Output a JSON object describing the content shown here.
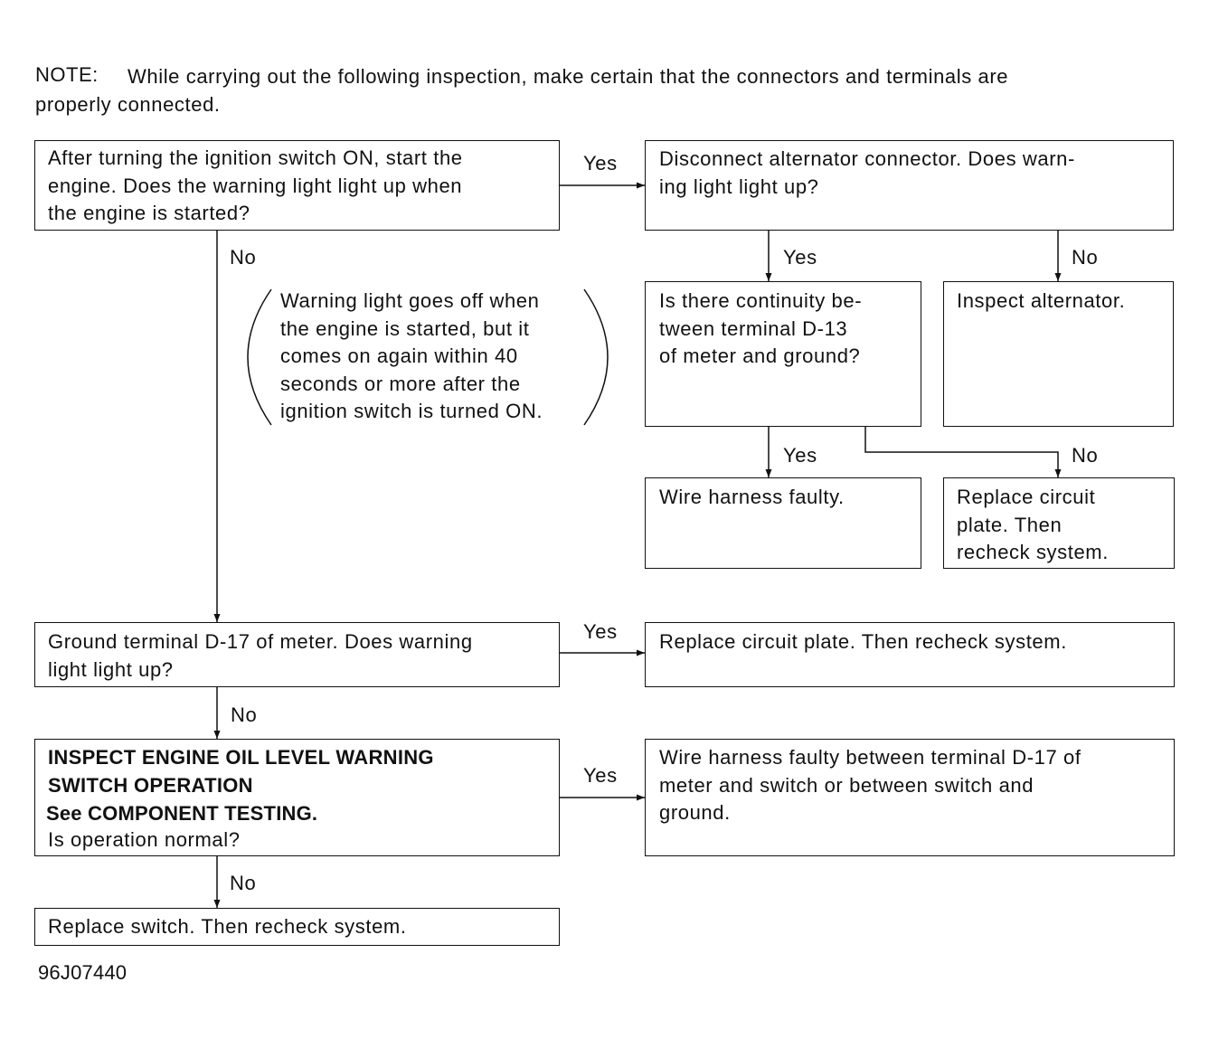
{
  "note": {
    "label": "NOTE:",
    "text": "While carrying out the following inspection, make certain that the connectors and terminals are",
    "text_cont": "properly connected."
  },
  "boxes": {
    "start": "After turning the ignition switch ON, start the\nengine. Does the warning light light up when\nthe engine is started?",
    "disconnect_alt": "Disconnect alternator connector. Does warn-\ning light light up?",
    "continuity": "Is there continuity be-\ntween terminal D-13\nof meter and ground?",
    "inspect_alt": "Inspect alternator.",
    "wire_faulty": "Wire harness faulty.",
    "replace_plate_1": "Replace circuit\nplate. Then\nrecheck system.",
    "ground_d17": "Ground terminal D-17 of meter. Does warning\nlight light up?",
    "replace_plate_2": "Replace circuit plate. Then recheck system.",
    "inspect_switch_title": "INSPECT ENGINE OIL LEVEL WARNING\nSWITCH OPERATION",
    "inspect_switch_see": "See COMPONENT TESTING.",
    "inspect_switch_q": "Is operation normal?",
    "wire_between": "Wire harness faulty between terminal D-17 of\nmeter and switch or between switch and\nground.",
    "replace_switch": "Replace switch. Then recheck system."
  },
  "aside": "Warning light goes off when\nthe engine is started, but it\ncomes on again within 40\nseconds or more after the\nignition switch is turned ON.",
  "labels": {
    "yes": "Yes",
    "no": "No"
  },
  "figure_id": "96J07440"
}
